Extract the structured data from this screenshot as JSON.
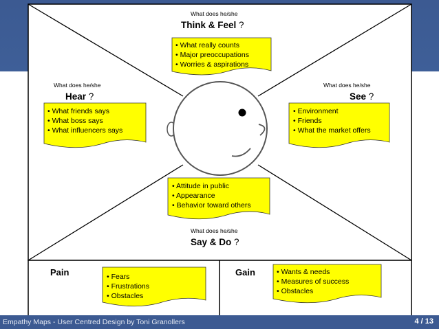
{
  "sections": {
    "think_feel": {
      "question": "What does he/she",
      "title": "Think & Feel",
      "mark": "?",
      "items": [
        "• What really counts",
        "• Major preoccupations",
        "• Worries & aspirations"
      ]
    },
    "hear": {
      "question": "What does he/she",
      "title": "Hear",
      "mark": "?",
      "items": [
        "• What friends says",
        "• What boss says",
        "• What influencers says"
      ]
    },
    "see": {
      "question": "What does he/she",
      "title": "See",
      "mark": "?",
      "items": [
        "• Environment",
        "• Friends",
        "• What the market offers"
      ]
    },
    "say_do": {
      "question": "What does he/she",
      "title": "Say & Do",
      "mark": "?",
      "items": [
        "• Attitude in public",
        "• Appearance",
        "• Behavior toward others"
      ]
    },
    "pain": {
      "label": "Pain",
      "items": [
        "• Fears",
        "• Frustrations",
        "• Obstacles"
      ]
    },
    "gain": {
      "label": "Gain",
      "items": [
        "• Wants & needs",
        "• Measures of success",
        "• Obstacles"
      ]
    }
  },
  "footer": {
    "text": "Empathy Maps - User Centred Design by Toni Granollers",
    "page": "4 / 13"
  },
  "colors": {
    "band": "#3c5a92",
    "note": "#ffff00"
  }
}
